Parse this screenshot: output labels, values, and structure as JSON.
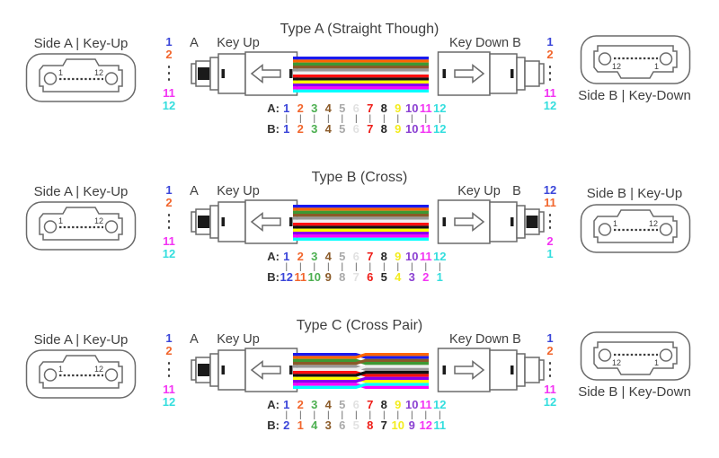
{
  "colors": {
    "fiber_text": [
      "#3a45d9",
      "#f2662d",
      "#4caf50",
      "#8a5a28",
      "#a9a9a9",
      "#e2e2e2",
      "#ee1c17",
      "#262626",
      "#f3ec1e",
      "#8a3fd1",
      "#f334f3",
      "#34dede"
    ],
    "ribbon": [
      "#1a1aee",
      "#ff6600",
      "#3d9933",
      "#8a5a28",
      "#999999",
      "#eeeeee",
      "#ff0f0f",
      "#111111",
      "#ffff00",
      "#8800ee",
      "#ff00ff",
      "#00ffff"
    ],
    "label": "#3f3f3f",
    "bars": "#555555"
  },
  "rows": [
    {
      "title": "Type A (Straight Though)",
      "left_face_label": "Side A | Key-Up",
      "right_face_label": "Side B | Key-Down",
      "left_face": {
        "left_num": "1",
        "right_num": "12"
      },
      "right_face": {
        "left_num": "12",
        "right_num": "1"
      },
      "a_label": "A",
      "b_label": "B",
      "left_key_label": "Key Up",
      "right_key_label": "Key Down",
      "left_column": [
        "1",
        "2",
        "11",
        "12"
      ],
      "right_column": [
        "1",
        "2",
        "11",
        "12"
      ],
      "map": {
        "a_prefix": "A:",
        "b_prefix": "B:",
        "a": [
          "1",
          "2",
          "3",
          "4",
          "5",
          "6",
          "7",
          "8",
          "9",
          "10",
          "11",
          "12"
        ],
        "b": [
          "1",
          "2",
          "3",
          "4",
          "5",
          "6",
          "7",
          "8",
          "9",
          "10",
          "11",
          "12"
        ]
      },
      "ribbon_style": "straight"
    },
    {
      "title": "Type B (Cross)",
      "left_face_label": "Side A | Key-Up",
      "right_face_label": "Side B | Key-Up",
      "left_face": {
        "left_num": "1",
        "right_num": "12"
      },
      "right_face": {
        "left_num": "1",
        "right_num": "12"
      },
      "a_label": "A",
      "b_label": "B",
      "left_key_label": "Key Up",
      "right_key_label": "Key Up",
      "left_column": [
        "1",
        "2",
        "11",
        "12"
      ],
      "right_column": [
        "12",
        "11",
        "2",
        "1"
      ],
      "map": {
        "a_prefix": "A:",
        "b_prefix": "B:",
        "a": [
          "1",
          "2",
          "3",
          "4",
          "5",
          "6",
          "7",
          "8",
          "9",
          "10",
          "11",
          "12"
        ],
        "b": [
          "12",
          "11",
          "10",
          "9",
          "8",
          "7",
          "6",
          "5",
          "4",
          "3",
          "2",
          "1"
        ]
      },
      "ribbon_style": "straight"
    },
    {
      "title": "Type C (Cross Pair)",
      "left_face_label": "Side A | Key-Up",
      "right_face_label": "Side B | Key-Down",
      "left_face": {
        "left_num": "1",
        "right_num": "12"
      },
      "right_face": {
        "left_num": "12",
        "right_num": "1"
      },
      "a_label": "A",
      "b_label": "B",
      "left_key_label": "Key Up",
      "right_key_label": "Key Down",
      "left_column": [
        "1",
        "2",
        "11",
        "12"
      ],
      "right_column": [
        "1",
        "2",
        "11",
        "12"
      ],
      "map": {
        "a_prefix": "A:",
        "b_prefix": "B:",
        "a": [
          "1",
          "2",
          "3",
          "4",
          "5",
          "6",
          "7",
          "8",
          "9",
          "10",
          "11",
          "12"
        ],
        "b": [
          "2",
          "1",
          "4",
          "3",
          "6",
          "5",
          "8",
          "7",
          "10",
          "9",
          "12",
          "11"
        ]
      },
      "ribbon_style": "cross_pair"
    }
  ]
}
